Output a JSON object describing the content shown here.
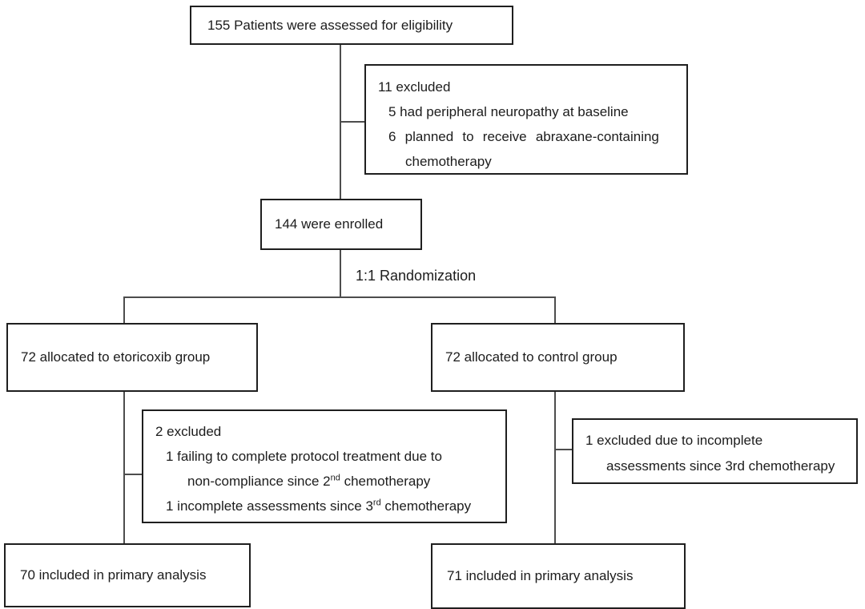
{
  "diagram": {
    "type": "consort-patient-flow",
    "randomization_label": "1:1 Randomization",
    "eligibility": {
      "text": "155 Patients were assessed for eligibility"
    },
    "excluded_top": {
      "line1": "11 excluded",
      "line2": "5 had peripheral neuropathy at baseline",
      "line3": "6 planned to receive abraxane-containing",
      "line4": "chemotherapy"
    },
    "enrolled": {
      "text": "144 were enrolled"
    },
    "allocation_left": {
      "text": "72 allocated to etoricoxib group"
    },
    "allocation_right": {
      "text": "72 allocated to control group"
    },
    "excluded_left": {
      "line1": "2 excluded",
      "line2": "1 failing to complete protocol treatment due to",
      "line3_pre": "non-compliance since 2",
      "line3_sup": "nd",
      "line3_post": " chemotherapy",
      "line4_pre": "1 incomplete assessments since 3",
      "line4_sup": "rd",
      "line4_post": " chemotherapy"
    },
    "excluded_right": {
      "line1": "1 excluded due to incomplete",
      "line2": "assessments since 3rd chemotherapy"
    },
    "final_left": {
      "text": "70 included in primary analysis"
    },
    "final_right": {
      "text": "71 included in primary analysis"
    },
    "colors": {
      "background": "#ffffff",
      "box_border": "#1f1f1f",
      "connector": "#4d4d4d",
      "text": "#1c1c1c"
    }
  }
}
